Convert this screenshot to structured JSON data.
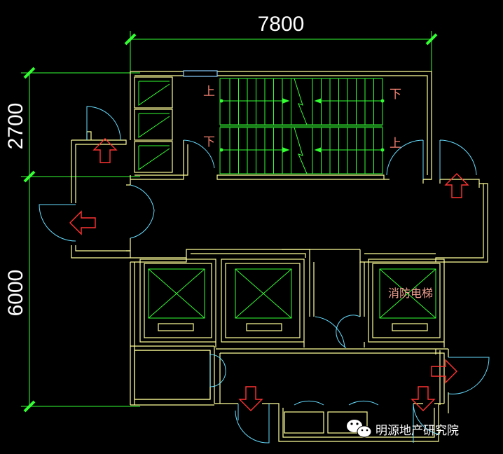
{
  "dimensions": {
    "top_width": "7800",
    "left_upper": "2700",
    "left_lower": "6000"
  },
  "stair_labels": {
    "upper_left": "上",
    "upper_right": "下",
    "lower_left": "下",
    "lower_right": "上"
  },
  "elevator": {
    "fire_elevator_label": "消防电梯"
  },
  "watermark": {
    "text": "明源地产研究院",
    "icon": "wechat-icon"
  },
  "colors": {
    "background": "#000000",
    "wall": "#ffff99",
    "stair": "#33ff33",
    "door": "#66ddff",
    "arrow": "#ff3333",
    "dimension": "#33ff33",
    "text": "#ffffff"
  }
}
